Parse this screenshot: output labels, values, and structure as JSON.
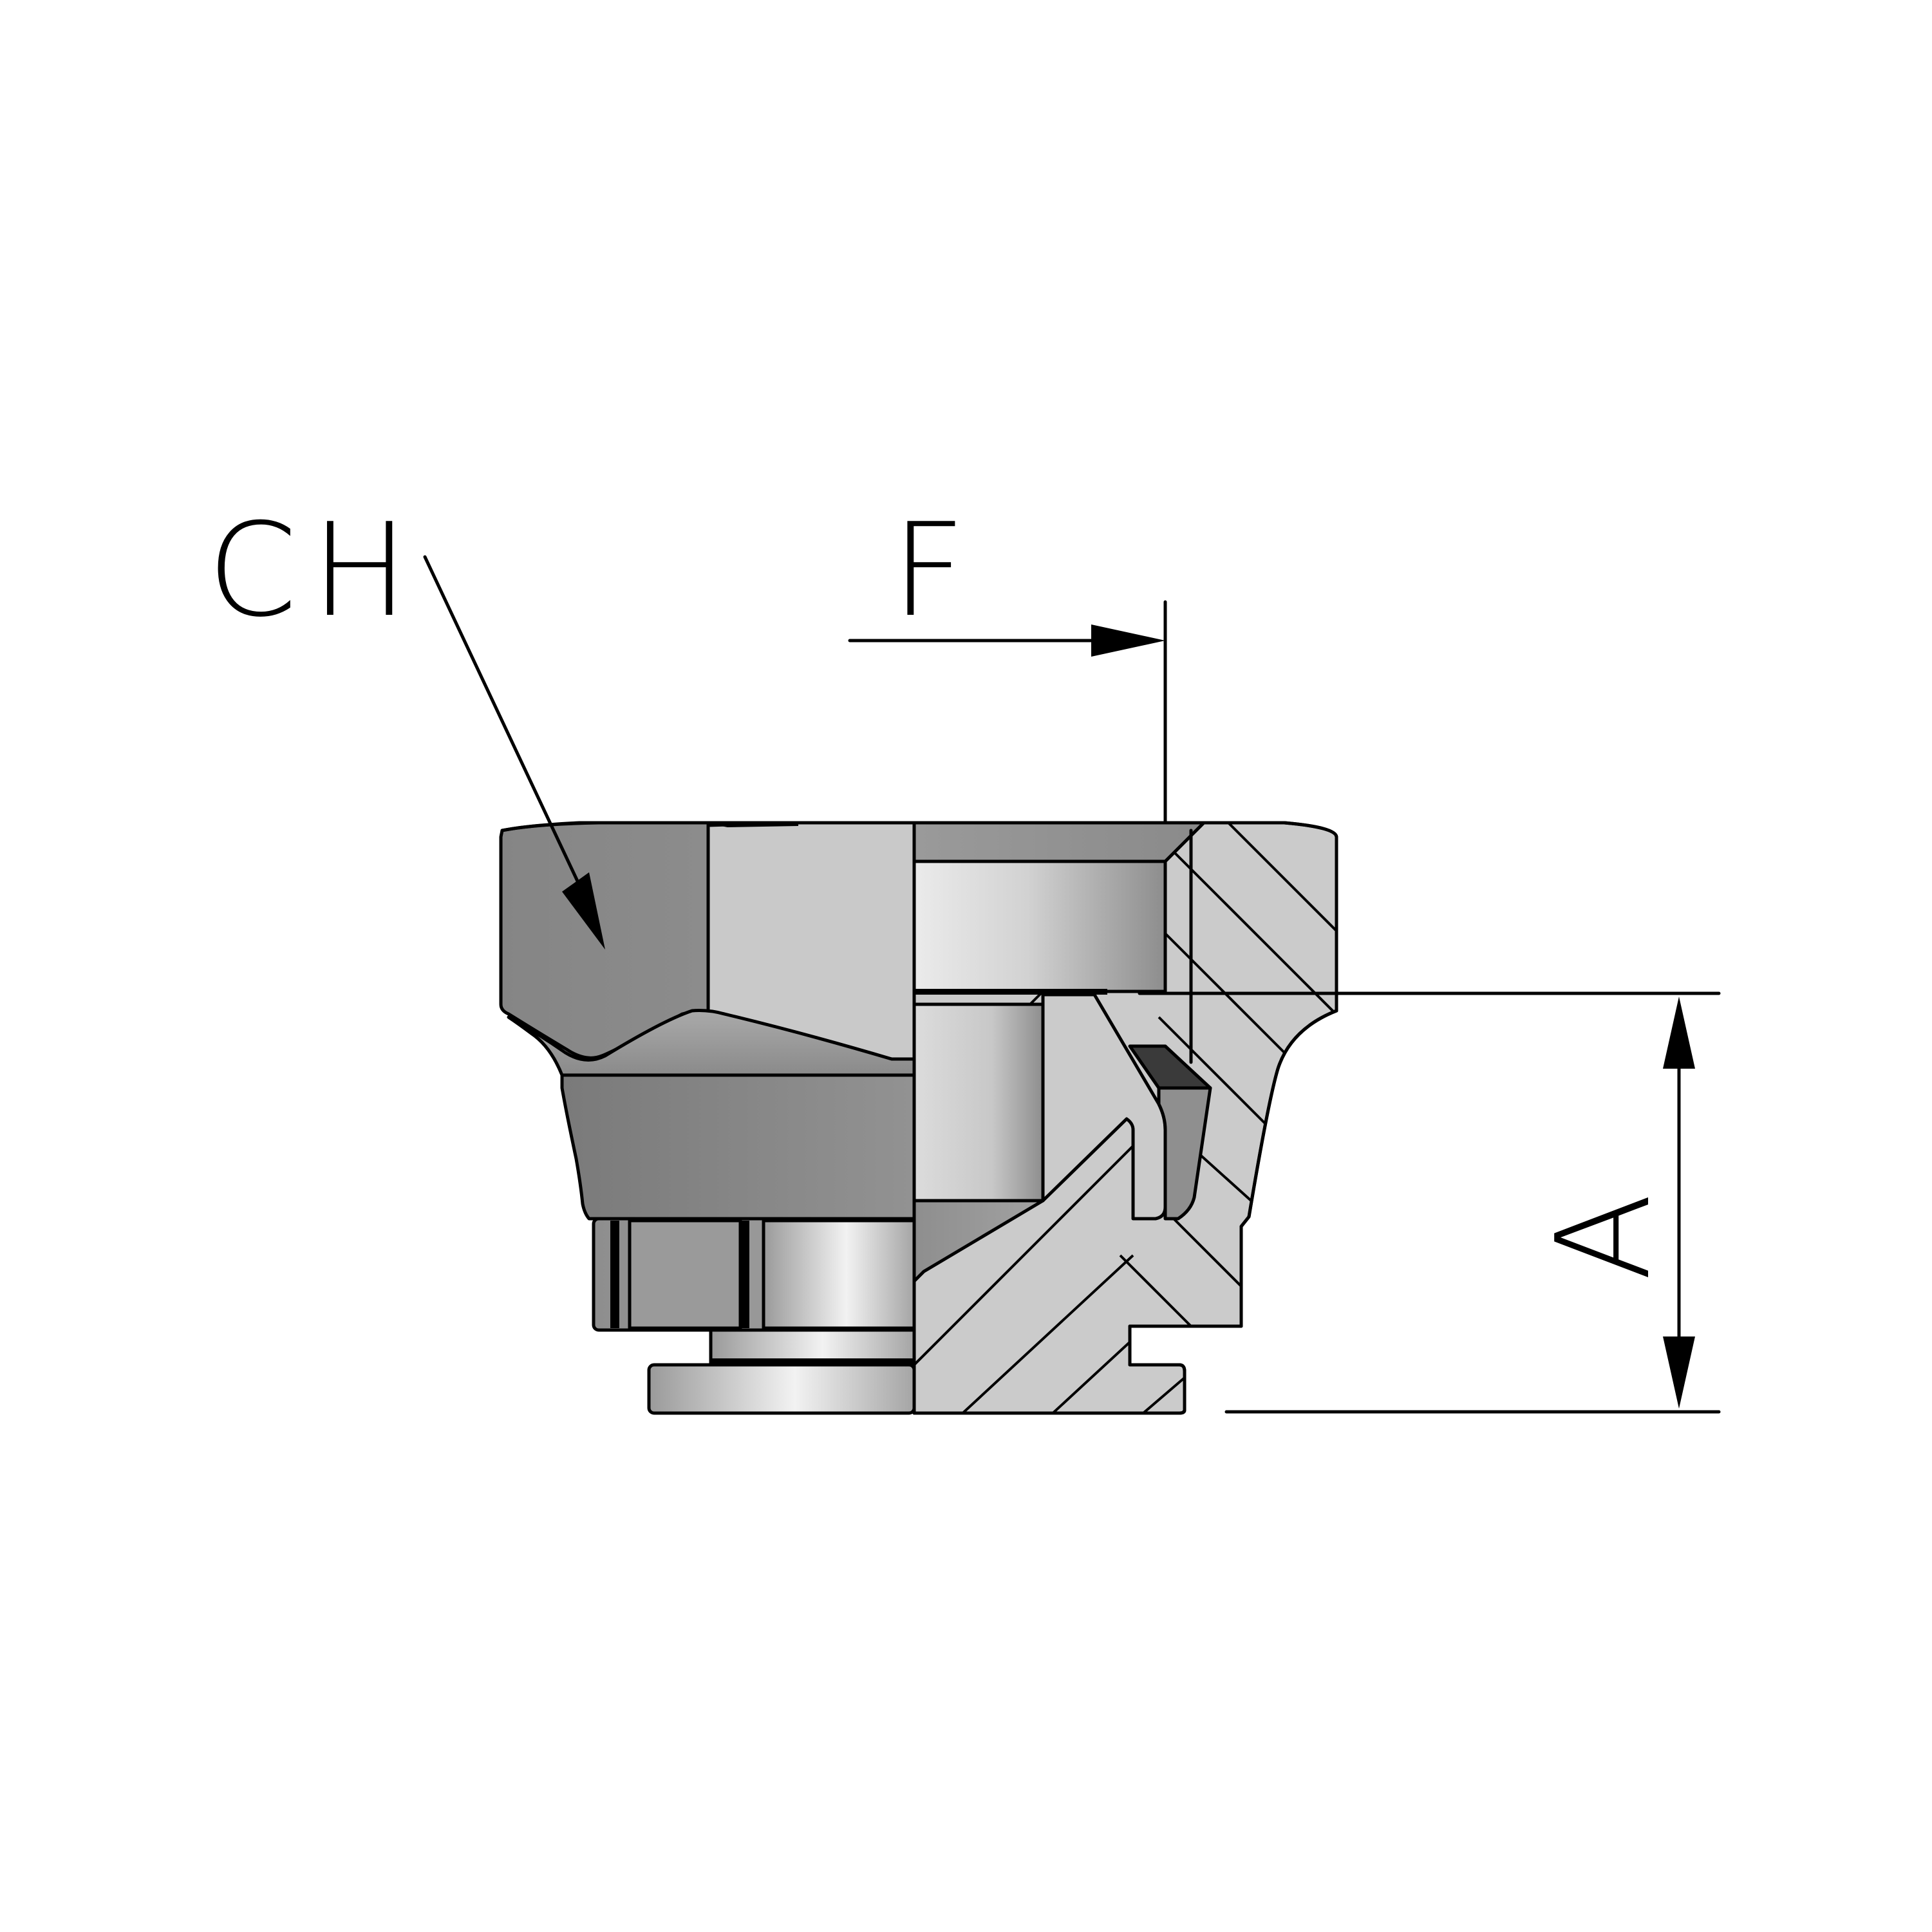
{
  "labels": {
    "hex_size": "CH",
    "thread_depth": "F",
    "height": "A"
  },
  "colors": {
    "outline": "#000000",
    "section_fill": "#cbcbcb",
    "dark_metal": "#8a8a8a",
    "mid_metal": "#a8a8a8",
    "light_metal": "#ececec",
    "seal": "#3a3a3a",
    "background": "#ffffff"
  }
}
